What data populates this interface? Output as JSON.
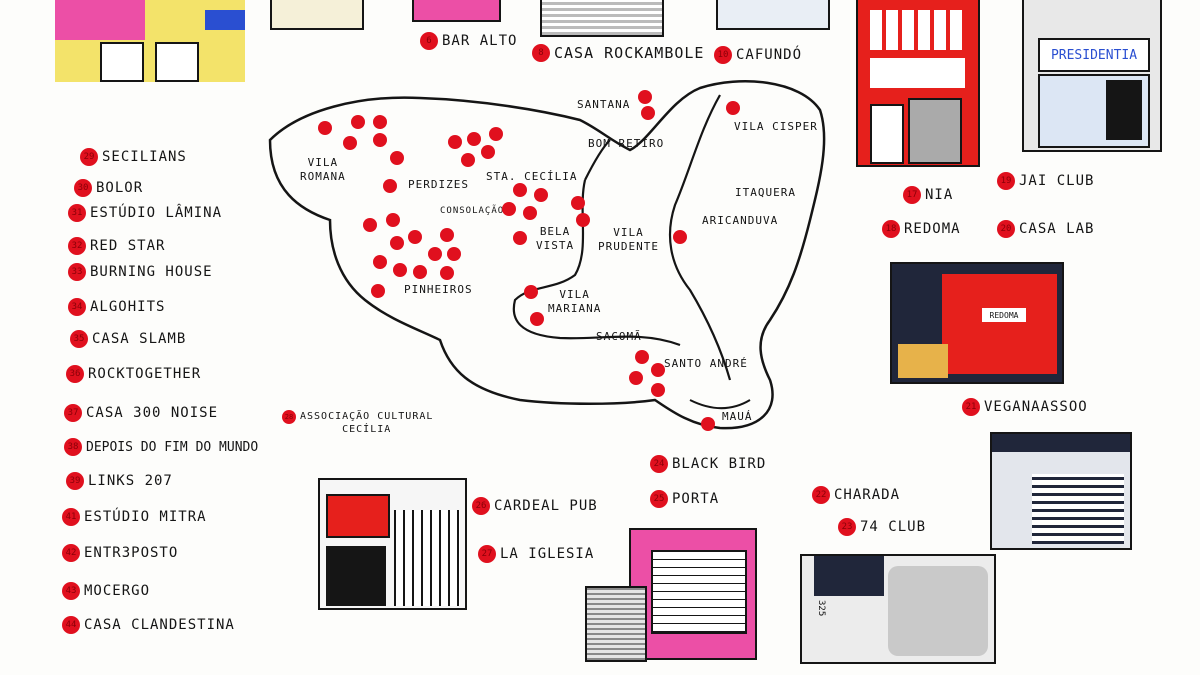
{
  "regions": [
    {
      "id": "santana",
      "text": "SANTANA"
    },
    {
      "id": "bom-retiro",
      "text": "BOM RETIRO"
    },
    {
      "id": "vila-romana",
      "text": "VILA\nROMANA"
    },
    {
      "id": "perdizes",
      "text": "PERDIZES"
    },
    {
      "id": "sta-cecilia",
      "text": "STA. CECÍLIA"
    },
    {
      "id": "consolacao",
      "text": "CONSOLAÇÃO"
    },
    {
      "id": "bela-vista",
      "text": "BELA\nVISTA"
    },
    {
      "id": "vila-prudente",
      "text": "VILA\nPRUDENTE"
    },
    {
      "id": "vila-cisper",
      "text": "VILA CISPER"
    },
    {
      "id": "itaquera",
      "text": "ITAQUERA"
    },
    {
      "id": "aricanduva",
      "text": "ARICANDUVA"
    },
    {
      "id": "pinheiros",
      "text": "PINHEIROS"
    },
    {
      "id": "vila-mariana",
      "text": "VILA\nMARIANA"
    },
    {
      "id": "sacoma",
      "text": "SACOMÃ"
    },
    {
      "id": "santo-andre",
      "text": "SANTO ANDRÉ"
    },
    {
      "id": "maua",
      "text": "MAUÁ"
    }
  ],
  "venues": [
    {
      "num": "6",
      "name": "BAR ALTO"
    },
    {
      "num": "8",
      "name": "CASA ROCKAMBOLE"
    },
    {
      "num": "10",
      "name": "CAFUNDÓ"
    },
    {
      "num": "17",
      "name": "NIA"
    },
    {
      "num": "19",
      "name": "JAI CLUB"
    },
    {
      "num": "18",
      "name": "REDOMA"
    },
    {
      "num": "20",
      "name": "CASA LAB"
    },
    {
      "num": "21",
      "name": "VEGANAASSOO"
    },
    {
      "num": "24",
      "name": "BLACK BIRD"
    },
    {
      "num": "25",
      "name": "PORTA"
    },
    {
      "num": "22",
      "name": "CHARADA"
    },
    {
      "num": "23",
      "name": "74 CLUB"
    },
    {
      "num": "26",
      "name": "CARDEAL PUB"
    },
    {
      "num": "27",
      "name": "LA IGLESIA"
    },
    {
      "num": "28",
      "name": "ASSOCIAÇÃO CULTURAL\nCECÍLIA"
    }
  ],
  "legend": [
    {
      "num": "29",
      "name": "SECILIANS"
    },
    {
      "num": "30",
      "name": "BOLOR"
    },
    {
      "num": "31",
      "name": "ESTÚDIO LÂMINA"
    },
    {
      "num": "32",
      "name": "RED STAR"
    },
    {
      "num": "33",
      "name": "BURNING HOUSE"
    },
    {
      "num": "34",
      "name": "ALGOHITS"
    },
    {
      "num": "35",
      "name": "CASA SLAMB"
    },
    {
      "num": "36",
      "name": "ROCKTOGETHER"
    },
    {
      "num": "37",
      "name": "CASA 300 NOISE"
    },
    {
      "num": "38",
      "name": "DEPOIS DO FIM DO MUNDO"
    },
    {
      "num": "39",
      "name": "LINKS 207"
    },
    {
      "num": "41",
      "name": "ESTÚDIO MITRA"
    },
    {
      "num": "42",
      "name": "ENTR3POSTO"
    },
    {
      "num": "43",
      "name": "MOCERGO"
    },
    {
      "num": "44",
      "name": "CASA CLANDESTINA"
    }
  ],
  "signs": {
    "presidencia": "PRESIDENTIA",
    "redoma_sign": "REDOMA",
    "building_num": "325"
  },
  "colors": {
    "marker": "#e0101e",
    "ink": "#151515",
    "pink": "#ec4fa6",
    "yellow": "#f7e04a",
    "red": "#e6201c",
    "navy": "#20263a"
  }
}
